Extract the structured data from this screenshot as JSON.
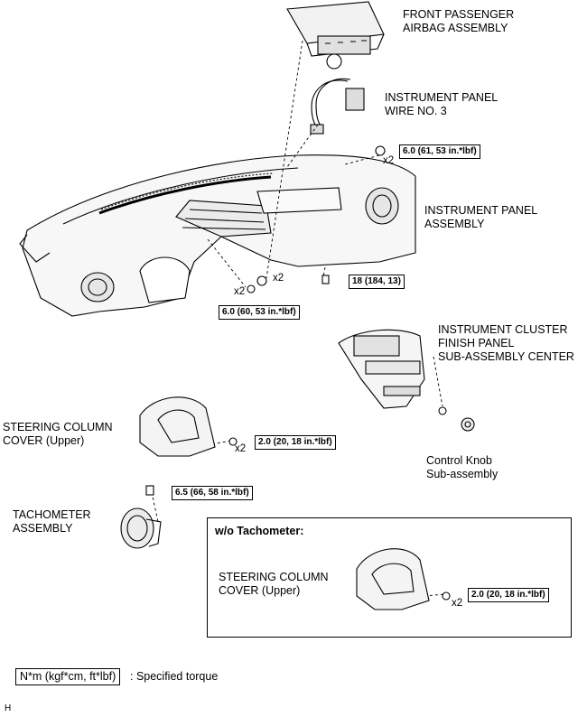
{
  "labels": {
    "airbag": [
      "FRONT PASSENGER",
      "AIRBAG ASSEMBLY"
    ],
    "wire": [
      "INSTRUMENT PANEL",
      "WIRE NO. 3"
    ],
    "panel": [
      "INSTRUMENT PANEL",
      "ASSEMBLY"
    ],
    "cluster": [
      "INSTRUMENT CLUSTER",
      "FINISH PANEL",
      "SUB-ASSEMBLY CENTER"
    ],
    "column_cover": [
      "STEERING COLUMN",
      "COVER (Upper)"
    ],
    "control_knob": [
      "Control Knob",
      "Sub-assembly"
    ],
    "tachometer": [
      "TACHOMETER",
      "ASSEMBLY"
    ],
    "inset_title": "w/o Tachometer:",
    "inset_cover": [
      "STEERING COLUMN",
      "COVER (Upper)"
    ]
  },
  "torques": {
    "t1": "6.0 (61, 53 in.*lbf)",
    "t2": "18 (184, 13)",
    "t3": "6.0 (60, 53 in.*lbf)",
    "t4": "2.0 (20, 18 in.*lbf)",
    "t5": "6.5 (66, 58 in.*lbf)",
    "t6": "2.0 (20, 18 in.*lbf)"
  },
  "multipliers": {
    "m1": "x2",
    "m2": "x2",
    "m3": "x2",
    "m4": "x2",
    "m5": "x2"
  },
  "legend": {
    "unit": "N*m (kgf*cm, ft*lbf)",
    "text": ": Specified torque"
  },
  "corner_code": "H"
}
